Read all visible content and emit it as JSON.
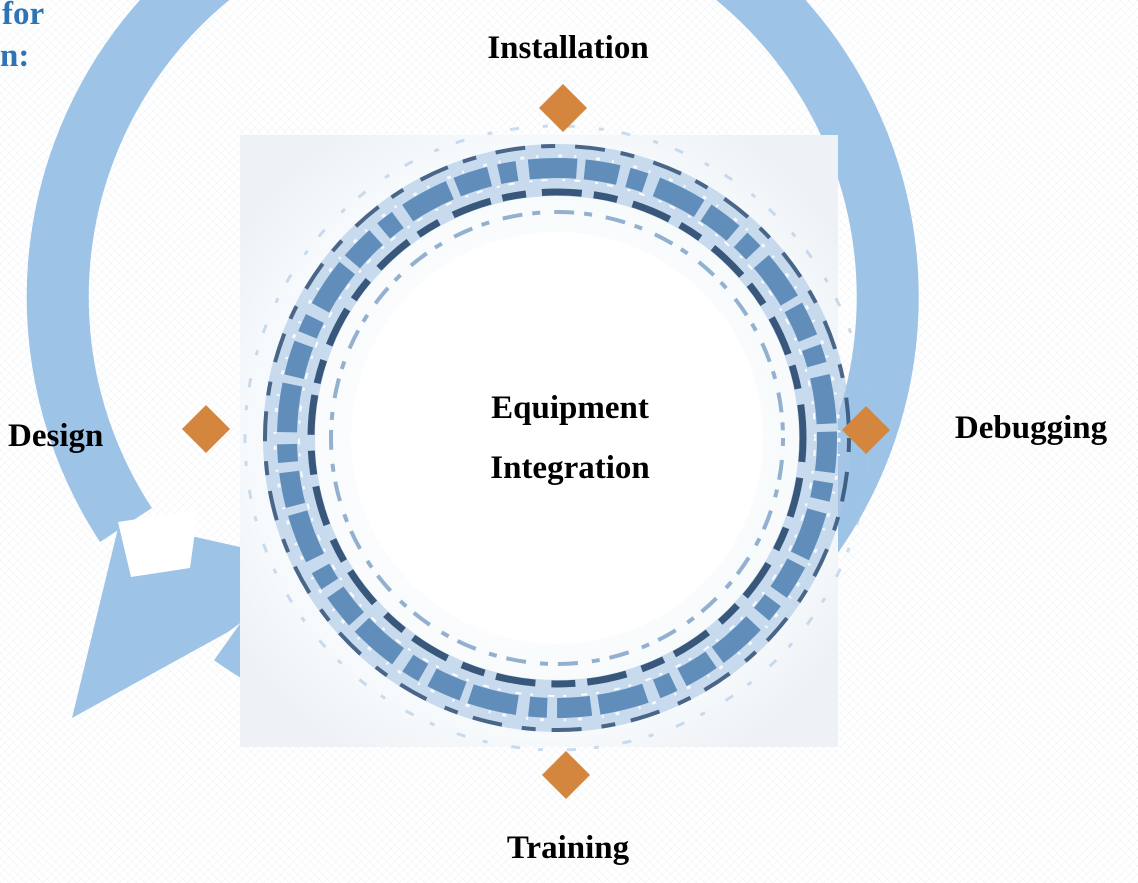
{
  "heading": {
    "line1": "for",
    "line2": "n:"
  },
  "cycle": {
    "center": {
      "line1": "Equipment",
      "line2": "Integration"
    },
    "stages": {
      "top": "Installation",
      "right": "Debugging",
      "bottom": "Training",
      "left": "Design"
    }
  },
  "colors": {
    "ring": "#9dc3e6",
    "marker": "#d4863f",
    "heading": "#2e74b5",
    "text": "#000000",
    "water_dark": "#1f3f66",
    "water_mid": "#4f7fb0",
    "water_light": "#a8c6e4"
  }
}
